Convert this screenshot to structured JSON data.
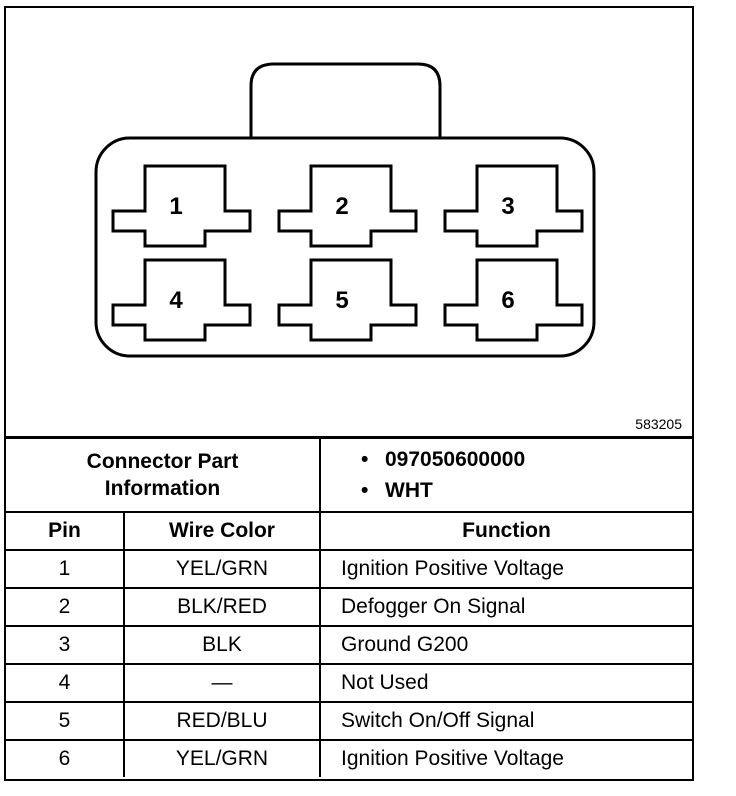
{
  "figure_id": "583205",
  "pins_diagram": [
    "1",
    "2",
    "3",
    "4",
    "5",
    "6"
  ],
  "connector": {
    "label": "Connector Part Information",
    "label_line1": "Connector Part",
    "label_line2": "Information",
    "bullet": "•",
    "part_number": "097050600000",
    "color": "WHT"
  },
  "table": {
    "headers": {
      "pin": "Pin",
      "wire_color": "Wire Color",
      "function": "Function"
    },
    "rows": [
      {
        "pin": "1",
        "wire_color": "YEL/GRN",
        "function": "Ignition Positive Voltage"
      },
      {
        "pin": "2",
        "wire_color": "BLK/RED",
        "function": "Defogger On Signal"
      },
      {
        "pin": "3",
        "wire_color": "BLK",
        "function": "Ground G200"
      },
      {
        "pin": "4",
        "wire_color": "—",
        "function": "Not Used"
      },
      {
        "pin": "5",
        "wire_color": "RED/BLU",
        "function": "Switch On/Off Signal"
      },
      {
        "pin": "6",
        "wire_color": "YEL/GRN",
        "function": "Ignition Positive Voltage"
      }
    ]
  }
}
